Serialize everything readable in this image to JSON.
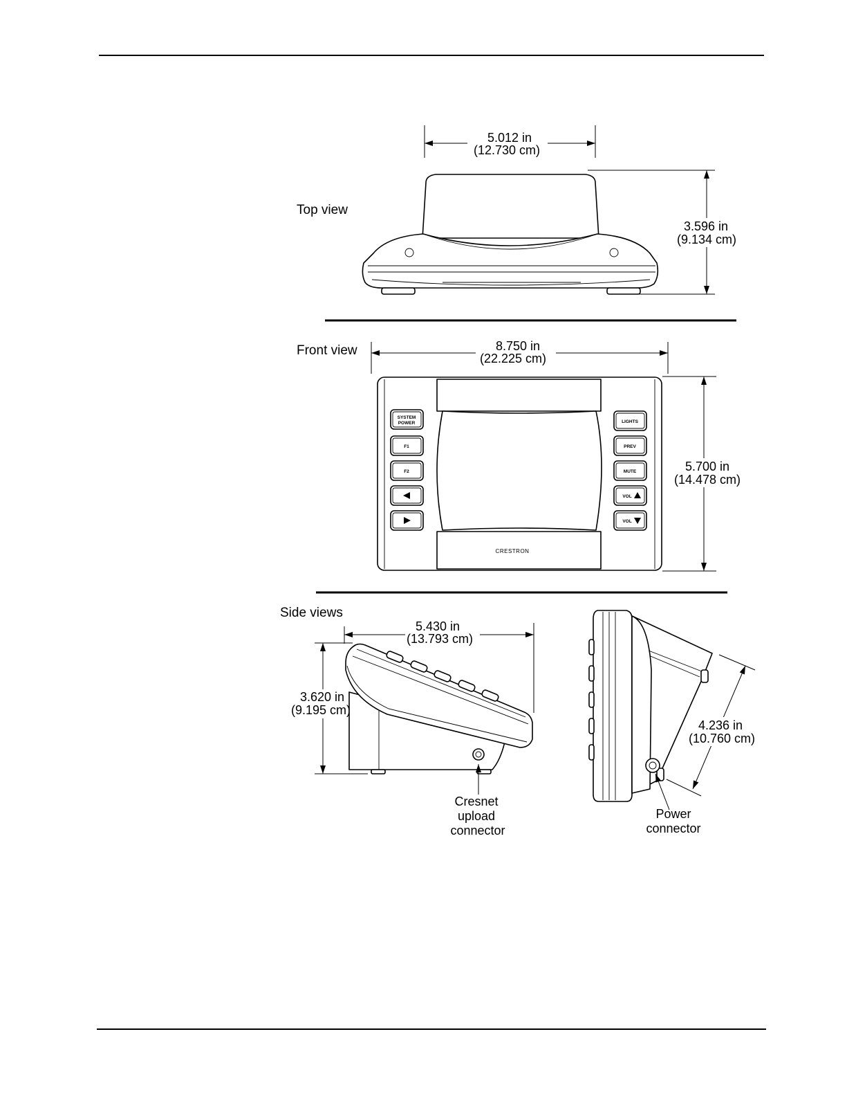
{
  "views": {
    "top": {
      "label": "Top view",
      "width_in": "5.012 in",
      "width_cm": "(12.730 cm)",
      "height_in": "3.596 in",
      "height_cm": "(9.134 cm)"
    },
    "front": {
      "label": "Front view",
      "width_in": "8.750 in",
      "width_cm": "(22.225 cm)",
      "height_in": "5.700 in",
      "height_cm": "(14.478 cm)",
      "left_buttons": [
        "SYSTEM",
        "POWER",
        "F1",
        "F2"
      ],
      "right_buttons": [
        "LIGHTS",
        "PREV",
        "MUTE",
        "VOL",
        "VOL"
      ],
      "brand": "CRESTRON"
    },
    "side": {
      "label": "Side views",
      "width_in": "5.430 in",
      "width_cm": "(13.793 cm)",
      "height_in": "3.620 in",
      "height_cm": "(9.195 cm)",
      "diag_in": "4.236 in",
      "diag_cm": "(10.760 cm)",
      "cresnet_line1": "Cresnet",
      "cresnet_line2": "upload",
      "cresnet_line3": "connector",
      "power_line1": "Power",
      "power_line2": "connector"
    }
  },
  "icons": {
    "left_arrow": "triangle-left-icon",
    "right_arrow": "triangle-right-icon",
    "vol_up": "triangle-up-icon",
    "vol_down": "triangle-down-icon"
  }
}
